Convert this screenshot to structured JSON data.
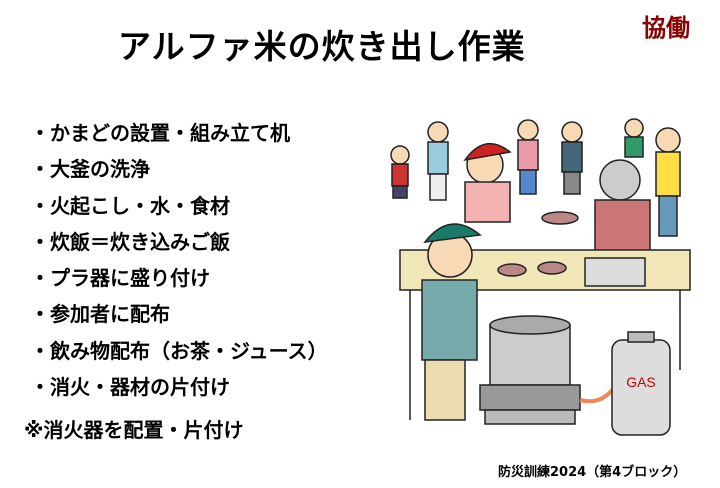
{
  "header": {
    "title": "アルファ米の炊き出し作業",
    "badge": "協働"
  },
  "tasks": [
    "かまどの設置・組み立て机",
    "大釜の洗浄",
    "火起こし・水・食材",
    "炊飯＝炊き込みご飯",
    "プラ器に盛り付け",
    "参加者に配布",
    "飲み物配布（お茶・ジュース）",
    "消火・器材の片付け"
  ],
  "note": "※消火器を配置・片付け",
  "footer": "防災訓練2024（第4ブロック）",
  "illustration": {
    "gas_label": "GAS"
  }
}
